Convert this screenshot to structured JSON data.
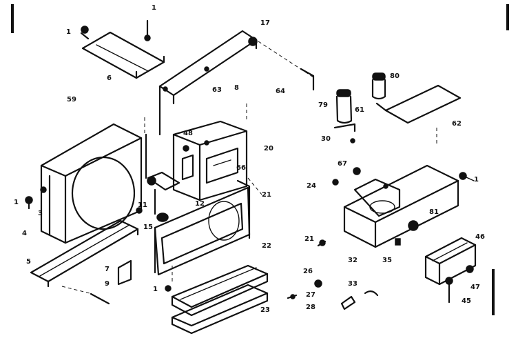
{
  "labels": [
    {
      "id": "l1a",
      "text": "1"
    },
    {
      "id": "l1b",
      "text": "1"
    },
    {
      "id": "l17",
      "text": "17"
    },
    {
      "id": "l6",
      "text": "6"
    },
    {
      "id": "l63",
      "text": "63"
    },
    {
      "id": "l8",
      "text": "8"
    },
    {
      "id": "l64",
      "text": "64"
    },
    {
      "id": "l80",
      "text": "80"
    },
    {
      "id": "l79",
      "text": "79"
    },
    {
      "id": "l61",
      "text": "61"
    },
    {
      "id": "l62",
      "text": "62"
    },
    {
      "id": "l59",
      "text": "59"
    },
    {
      "id": "l48",
      "text": "48"
    },
    {
      "id": "l20",
      "text": "20"
    },
    {
      "id": "l30",
      "text": "30"
    },
    {
      "id": "l66",
      "text": "66"
    },
    {
      "id": "l67a",
      "text": "67"
    },
    {
      "id": "l24",
      "text": "24"
    },
    {
      "id": "l1c",
      "text": "1"
    },
    {
      "id": "l1d",
      "text": "1"
    },
    {
      "id": "l3",
      "text": "3"
    },
    {
      "id": "l12",
      "text": "12"
    },
    {
      "id": "l21a",
      "text": "21"
    },
    {
      "id": "l11",
      "text": "11"
    },
    {
      "id": "l15",
      "text": "15"
    },
    {
      "id": "l4",
      "text": "4"
    },
    {
      "id": "l81",
      "text": "81"
    },
    {
      "id": "l21b",
      "text": "21"
    },
    {
      "id": "l32",
      "text": "32"
    },
    {
      "id": "l35",
      "text": "35"
    },
    {
      "id": "l46",
      "text": "46"
    },
    {
      "id": "l5",
      "text": "5"
    },
    {
      "id": "l7",
      "text": "7"
    },
    {
      "id": "l22",
      "text": "22"
    },
    {
      "id": "l26",
      "text": "26"
    },
    {
      "id": "l9",
      "text": "9"
    },
    {
      "id": "l1e",
      "text": "1"
    },
    {
      "id": "l27",
      "text": "27"
    },
    {
      "id": "l33",
      "text": "33"
    },
    {
      "id": "l47",
      "text": "47"
    },
    {
      "id": "l45",
      "text": "45"
    },
    {
      "id": "l28",
      "text": "28"
    },
    {
      "id": "l23",
      "text": "23"
    }
  ]
}
